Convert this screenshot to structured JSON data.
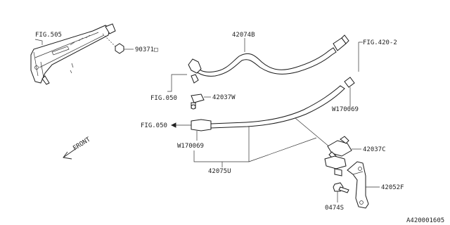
{
  "diagram": {
    "labels": {
      "fig505": "FIG.505",
      "p90371": "90371□",
      "p42074b": "42074B",
      "fig420_2": "FIG.420-2",
      "fig050_top": "FIG.050",
      "p42037w": "42037W",
      "w170069_right": "W170069",
      "fig050_mid": "FIG.050",
      "w170069_left": "W170069",
      "p42037c": "42037C",
      "p42075u": "42075U",
      "p42052f": "42052F",
      "p0474s": "0474S",
      "front": "FRONT",
      "code": "A420001605"
    },
    "icons": [
      "front-arrow-icon"
    ]
  }
}
